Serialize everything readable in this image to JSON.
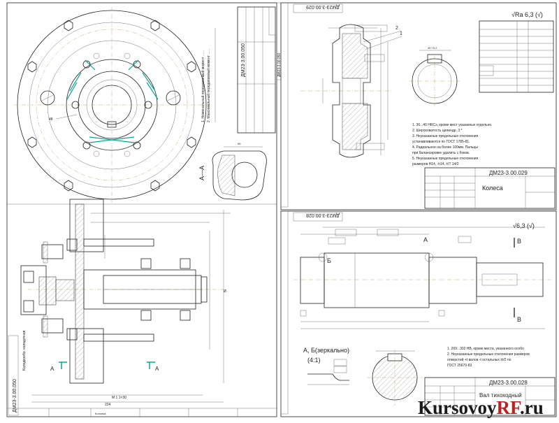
{
  "sheet_left": {
    "title_rot": "ДМ23-3.00.050",
    "stamp_rot": "ДМ23-3.00.050",
    "notes": [
      "1. Номинальный передаваемый момент ......",
      "2. Максимальный передаваемый момент ......"
    ],
    "section_label": "А—А",
    "cut_mark": "А",
    "side_label": "Колодкообр. колодочная",
    "bottom_label": "Колонка"
  },
  "sheet_wheel": {
    "stamp_rot": "ДМ23-3.00.029",
    "roughness": "√Ra 6,3 (√)",
    "callouts": [
      "1",
      "2"
    ],
    "notes": [
      "1. 36...40 HRCэ, кроме мест указанных отдельно.",
      "2. Шероховатость цилиндр. 3 *",
      "3. Неуказанные предельные отклонения",
      "   устанавливаются по ГОСТ 1785-81.",
      "4. Радиальное на более 100мм. Пальцы",
      "   при балансировке удалить с боков.",
      "5. Неуказанные предельные отклонения",
      "   размеров H14, -h14, ±IT 14/2"
    ],
    "drawing_no": "ДМ23-3.00.029",
    "drawing_name": "Колеса"
  },
  "sheet_shaft": {
    "stamp_rot": "ДМ23-3.00.028",
    "roughness": "√6,3 (√)",
    "views": [
      "А",
      "Б",
      "В",
      "В"
    ],
    "detail_title": "А, Б(зеркально)",
    "detail_scale": "(4:1)",
    "notes": [
      "1. 269...302 HB, кроме места, указанного особо",
      "2. Неуказанные предельные отклонения размеров",
      "   отверстий +t  валов -t  остальных ±t/2 по",
      "   ГОСТ 25670-83"
    ],
    "drawing_no": "ДМ23-3.00.028",
    "drawing_name": "Вал тихоходный"
  },
  "watermark": {
    "part1": "Kursovoy",
    "part2": "RF",
    "part3": ".ru"
  },
  "colors": {
    "line": "#222222",
    "center": "#b59a4a",
    "highlight": "#0aa594",
    "watermark_text": "#1a1a1a",
    "watermark_rf": "#c01f1f"
  }
}
